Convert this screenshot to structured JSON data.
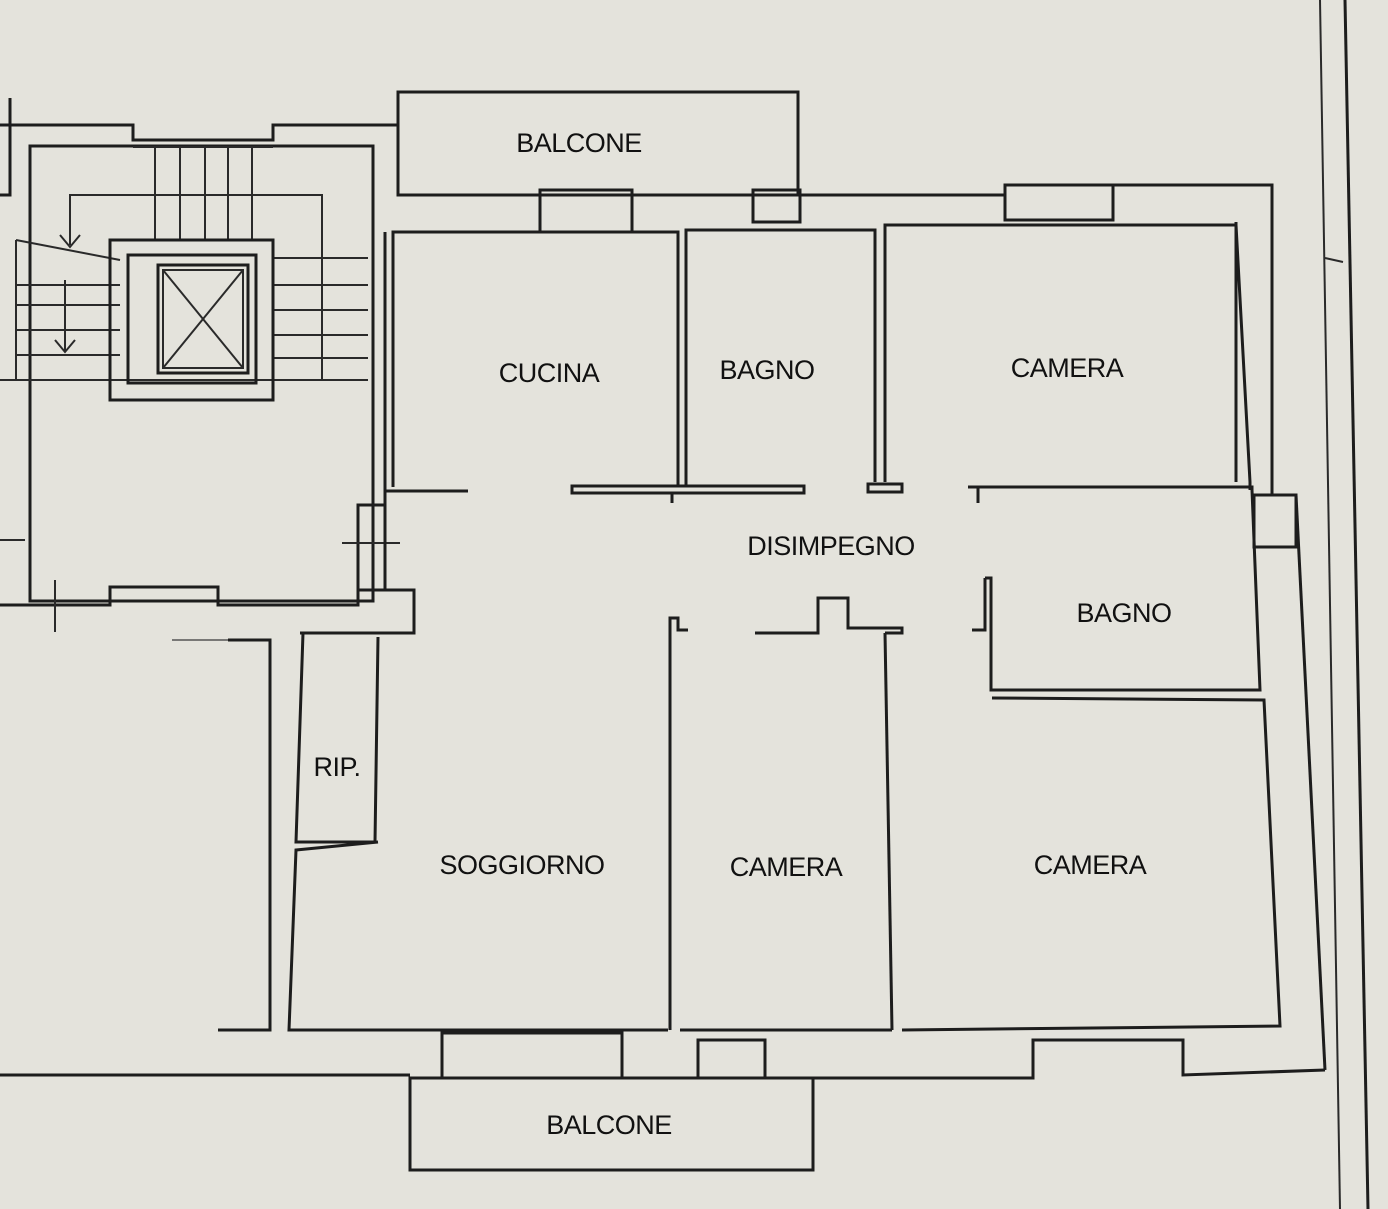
{
  "rooms": {
    "balcone_top": "BALCONE",
    "cucina": "CUCINA",
    "bagno_top": "BAGNO",
    "camera_top_right": "CAMERA",
    "disimpegno": "DISIMPEGNO",
    "bagno_right": "BAGNO",
    "ripostiglio": "RIP.",
    "soggiorno": "SOGGIORNO",
    "camera_bottom_middle": "CAMERA",
    "camera_bottom_right": "CAMERA",
    "balcone_bottom": "BALCONE"
  },
  "colors": {
    "paper": "#e4e3dc",
    "ink": "#1d1d1d"
  }
}
